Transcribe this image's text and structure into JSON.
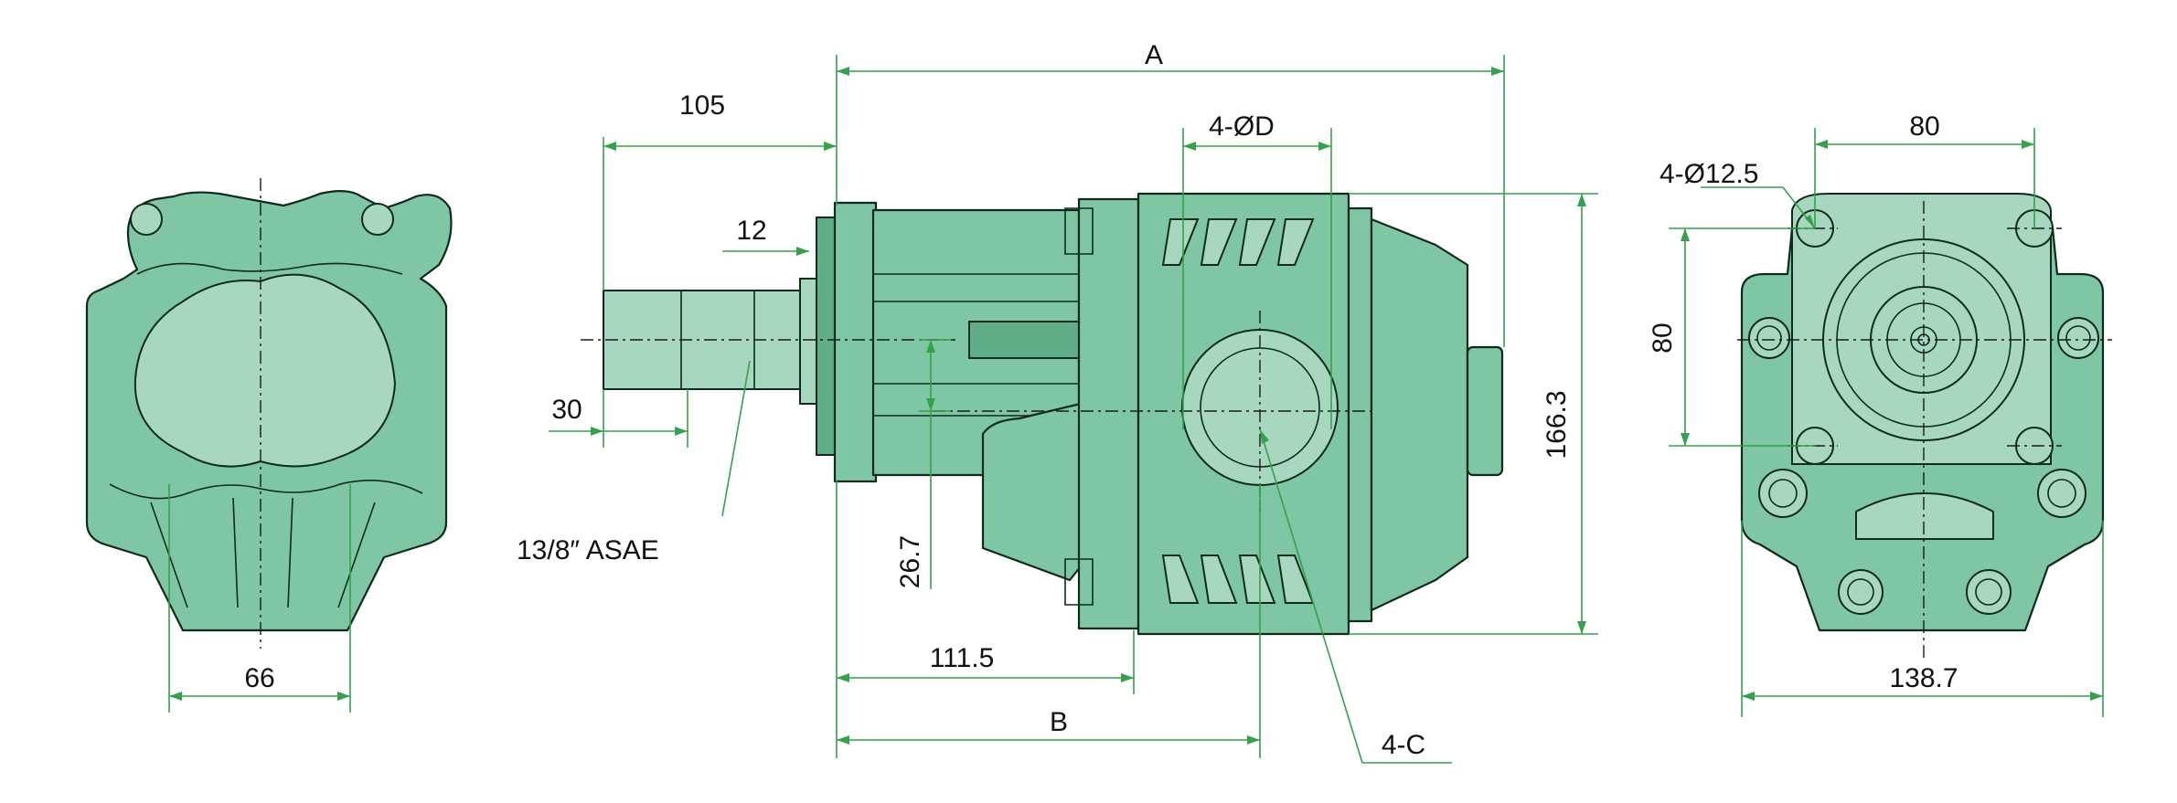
{
  "dimensions": {
    "front_width": "66",
    "overall_length": "A",
    "shaft_length": "105",
    "flange_holes": "4-ØD",
    "collar": "12",
    "shaft_tip": "30",
    "spline": "13/8″ ASAE",
    "offset": "26.7",
    "flange_position": "111.5",
    "port_position": "B",
    "ports": "4-C",
    "overall_height": "166.3",
    "bolt_spacing_h": "80",
    "bolt_spacing_v": "80",
    "mount_holes": "4-Ø12.5",
    "rear_width": "138.7"
  },
  "colors": {
    "body": "#7fc6a4",
    "body_light": "#a7d8bf",
    "outline": "#0d2a1c",
    "dimension_lines": "#35a04d"
  }
}
